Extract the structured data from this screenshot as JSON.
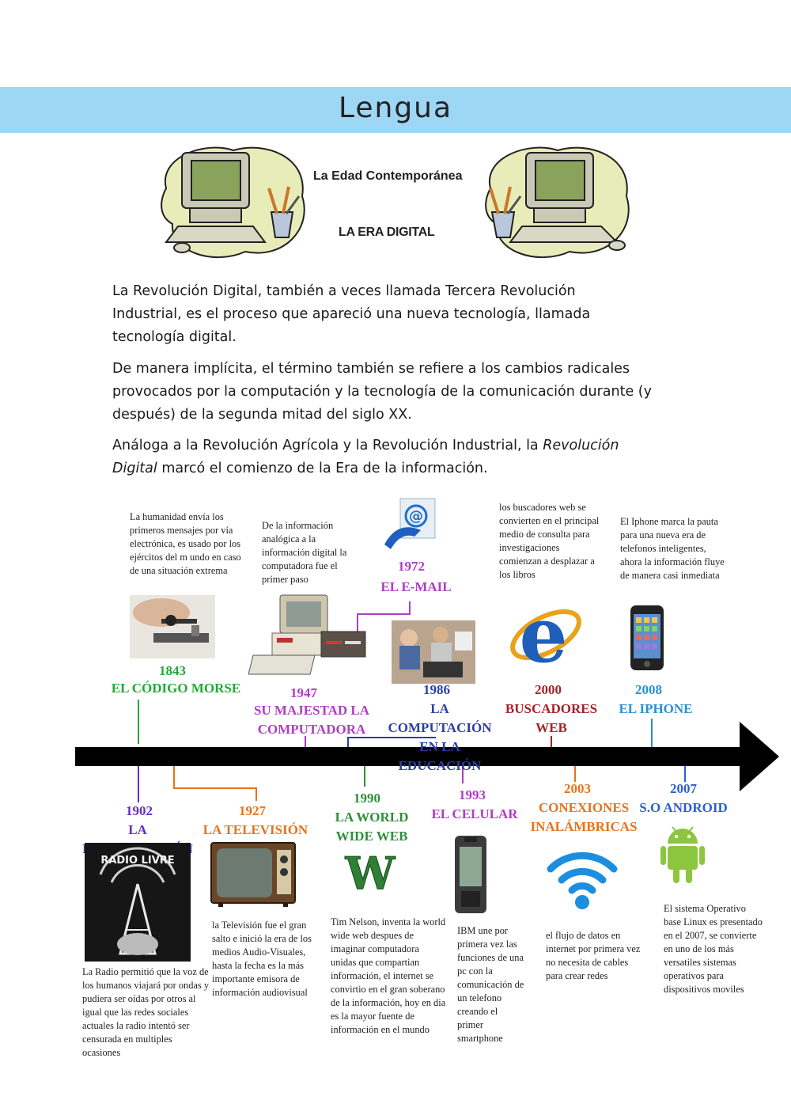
{
  "banner": {
    "title": "Lengua"
  },
  "header": {
    "subtitle": "La Edad Contemporánea",
    "title": "LA ERA DIGITAL"
  },
  "intro": {
    "p1": "La Revolución Digital, también a veces llamada  Tercera Revolución Industrial, es el proceso que apareció una nueva tecnología, llamada tecnología digital.",
    "p2": "De manera implícita, el término también se refiere a los cambios radicales provocados por la computación y la tecnología de la comunicación durante (y después) de la segunda mitad del siglo XX.",
    "p3_a": "Análoga a la Revolución Agrícola y la Revolución Industrial, la ",
    "p3_italic": "Revolución Digital",
    "p3_b": " marcó el comienzo de la Era de la información."
  },
  "timeline": {
    "above": [
      {
        "year": "1843",
        "event": "EL CÓDIGO MORSE",
        "color": "#22aa33",
        "desc": "La humanidad envía los primeros mensajes por vía electrónica, es usado por los ejércitos del m undo en caso de una situación extrema",
        "icon": "telegraph-key-icon"
      },
      {
        "year": "1947",
        "event": "SU MAJESTAD LA COMPUTADORA",
        "color": "#b03cc8",
        "desc": "De la información analógica a la información digital la computadora fue el primer paso",
        "icon": "computer-icon"
      },
      {
        "year": "1972",
        "event": "EL E-MAIL",
        "color": "#b03cc8",
        "desc": "",
        "icon": "email-icon"
      },
      {
        "year": "1986",
        "event": "LA COMPUTACIÓN EN LA EDUCACIÓN",
        "color": "#2b3fa8",
        "desc": "",
        "icon": "classroom-icon"
      },
      {
        "year": "2000",
        "event": "BUSCADORES WEB",
        "color": "#a4232a",
        "desc": "los buscadores web se convierten en el principal medio de consulta para investigaciones comienzan a desplazar a los libros",
        "icon": "internet-explorer-icon"
      },
      {
        "year": "2008",
        "event": "EL IPHONE",
        "color": "#2a8fd6",
        "desc": "El Iphone marca la pauta para una nueva era de telefonos inteligentes, ahora la información fluye de manera casi inmediata",
        "icon": "iphone-icon"
      }
    ],
    "below": [
      {
        "year": "1902",
        "event": "LA RADIODIFUSIÓN",
        "color": "#6a2cc4",
        "desc": "La Radio permitió que la voz de los humanos viajará por ondas y pudiera ser oídas por otros al igual que las redes sociales actuales la radio intentó ser censurada en multiples ocasiones",
        "icon": "radio-tower-icon",
        "icon_text": "RADIO LIVRE"
      },
      {
        "year": "1927",
        "event": "LA TELEVISIÓN",
        "color": "#e8731a",
        "desc": "la Televisión fue el gran salto e inició la era de los medios Audio-Visuales, hasta la fecha es la más importante emisora de información audiovisual",
        "icon": "television-icon"
      },
      {
        "year": "1990",
        "event": "LA WORLD WIDE WEB",
        "color": "#2f8f3a",
        "desc": "Tim Nelson, inventa la world wide web despues de imaginar computadora unidas que compartian información, el internet se convirtio en el gran soberano de la información, hoy en dia es la mayor fuente de información en el mundo",
        "icon": "www-logo-icon"
      },
      {
        "year": "1993",
        "event": "EL CELULAR",
        "color": "#b03cc8",
        "desc": "IBM une por primera vez las funciones de una pc con la comunicación de un telefono creando el primer smartphone",
        "icon": "cellphone-icon"
      },
      {
        "year": "2003",
        "event": "CONEXIONES INALÁMBRICAS",
        "color": "#e8731a",
        "desc": "el flujo de datos en internet por primera vez no necesita de cables para crear redes",
        "icon": "wifi-icon"
      },
      {
        "year": "2007",
        "event": "S.O ANDROID",
        "color": "#2b5fd0",
        "desc": "El sistema Operativo base Linux es presentado en el 2007, se convierte en uno de los más versatiles sistemas operativos para dispositivos moviles",
        "icon": "android-icon"
      }
    ]
  }
}
